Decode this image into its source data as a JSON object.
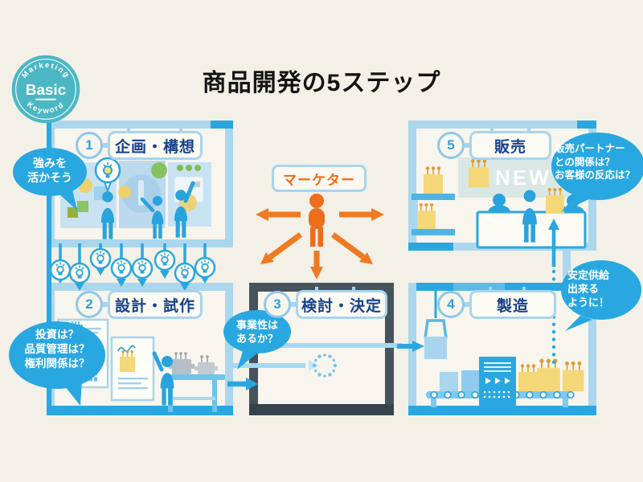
{
  "badge": {
    "arc_top": "Marketing",
    "center": "Basic",
    "arc_bottom": "Keyword"
  },
  "title": "商品開発の5ステップ",
  "marketer_label": "マーケター",
  "rooms": [
    {
      "number": "1",
      "name": "企画・構想"
    },
    {
      "number": "2",
      "name": "設計・試作"
    },
    {
      "number": "3",
      "name": "検討・決定"
    },
    {
      "number": "4",
      "name": "製造"
    },
    {
      "number": "5",
      "name": "販売"
    }
  ],
  "speech_bubbles": {
    "planning": "強みを\n活かそう",
    "design": "投資は？\n品質管理は？\n権利関係は？",
    "review": "事業性は\nあるか？",
    "sales": "販売パートナー\nとの関係は？\nお客様の反応は？",
    "manufacturing": "安定供給\n出来る\nように！"
  },
  "store_sign": "NEW",
  "colors": {
    "background": "#f2f0e7",
    "wall_light": "#abd7ee",
    "wall_medium": "#2aa7e0",
    "wall_dark": "#45535c",
    "bubble_blue": "#29a7e0",
    "person_blue": "#2aa3dc",
    "navy_text": "#17418c",
    "orange": "#ed6d1d",
    "product_yellow": "#f4d778",
    "badge_teal": "#4cb7c4"
  }
}
